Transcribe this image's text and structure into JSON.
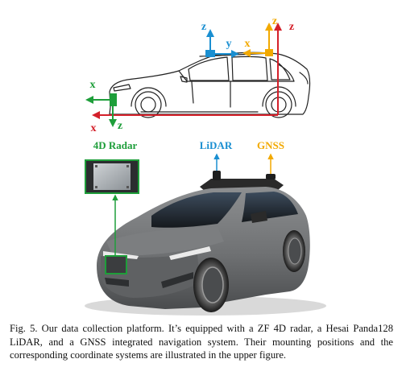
{
  "figure": {
    "axes": {
      "x": "x",
      "y": "y",
      "z": "z"
    },
    "labels": {
      "radar": "4D Radar",
      "lidar": "LiDAR",
      "gnss": "GNSS"
    },
    "colors": {
      "radar": "#1e9e3a",
      "lidar": "#1a8fd1",
      "gnss": "#f2a900",
      "red": "#d4202a"
    }
  },
  "caption": "Fig. 5.  Our data collection platform. It’s equipped with a ZF 4D radar, a Hesai Panda128 LiDAR, and a GNSS integrated navigation system. Their mounting positions and the corresponding coordinate systems are illustrated in the upper figure."
}
